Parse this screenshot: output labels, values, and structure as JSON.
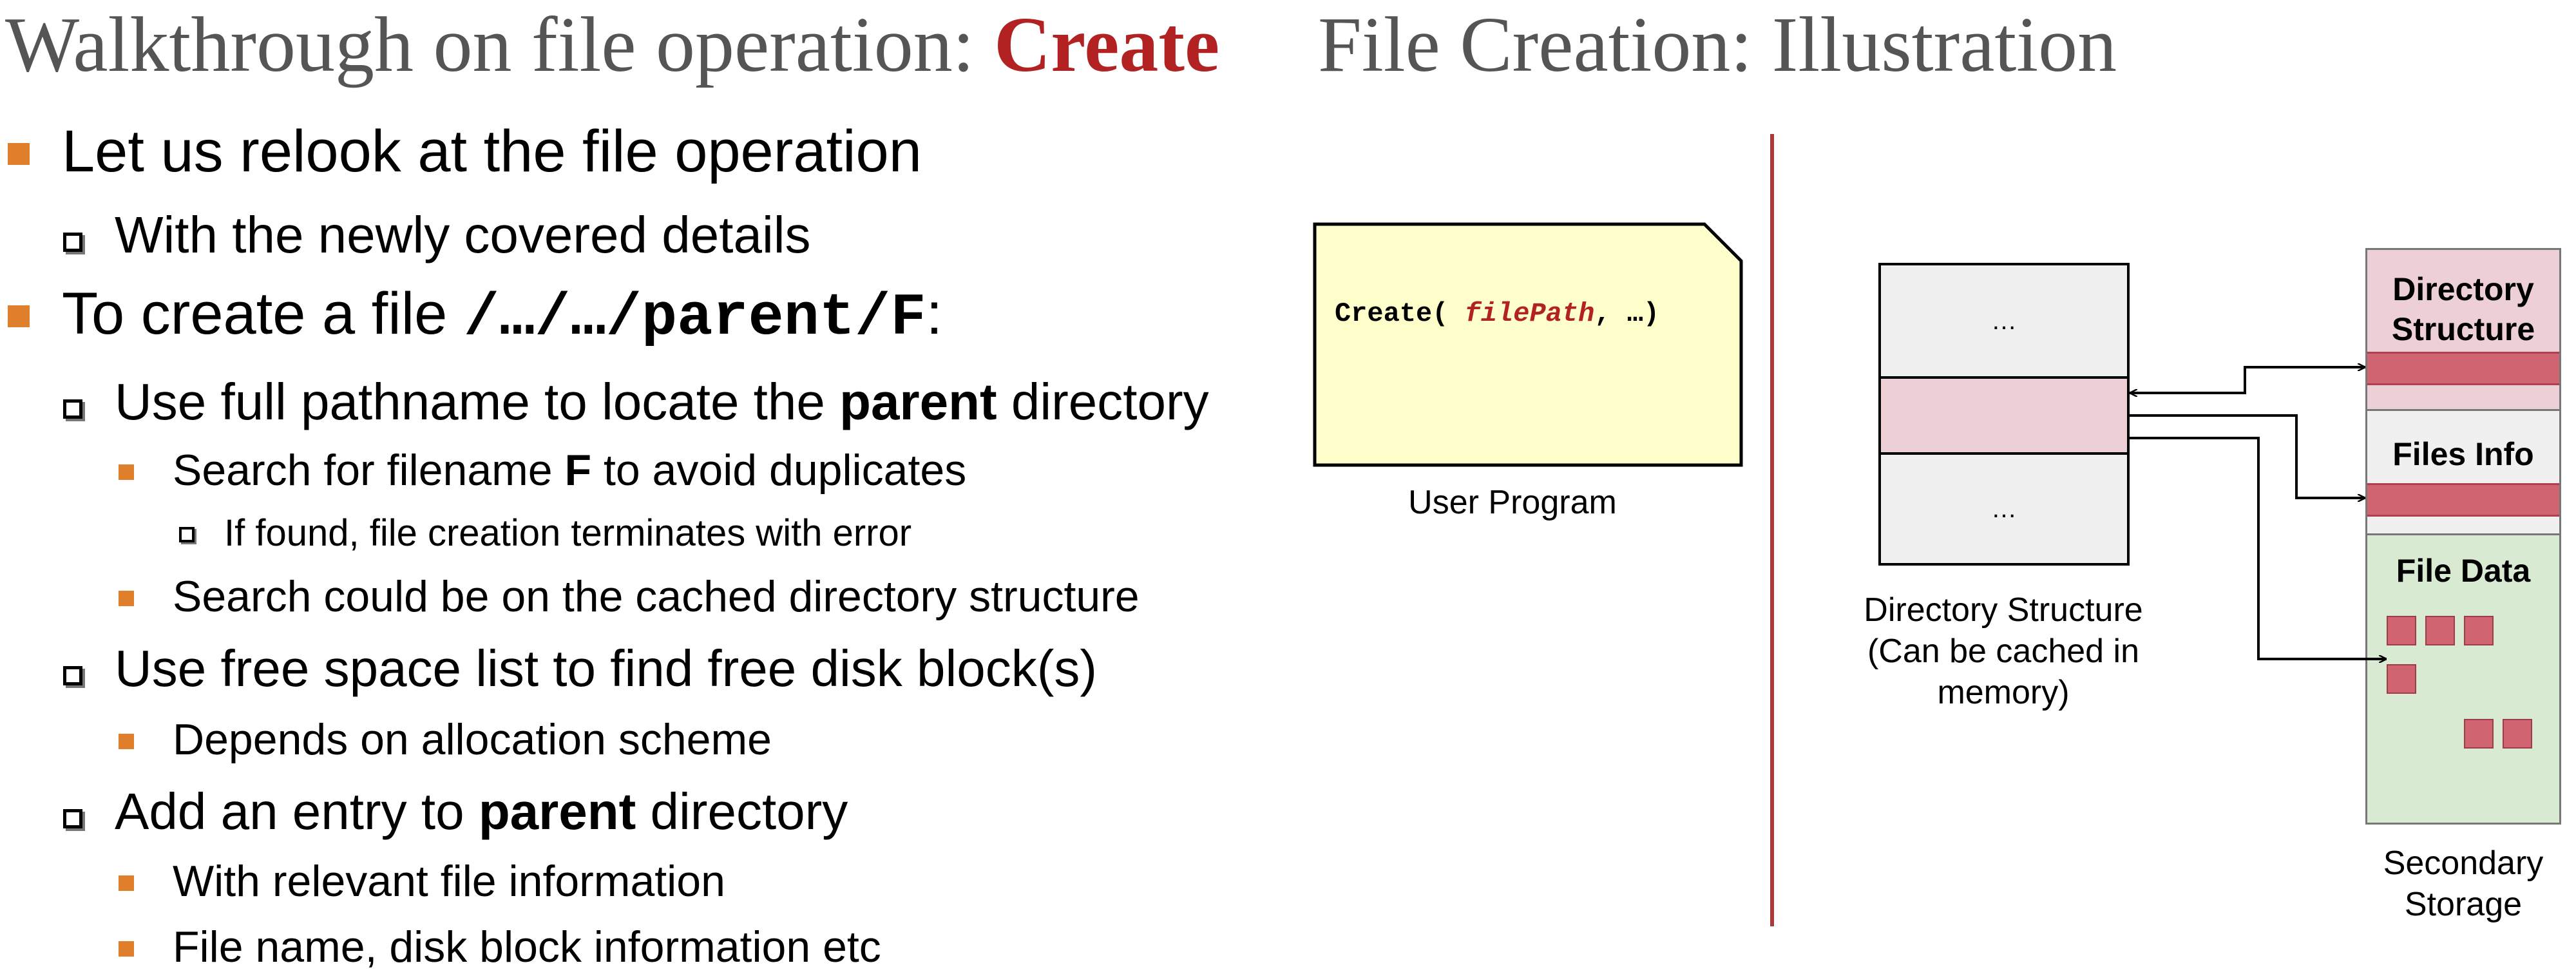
{
  "left_title": {
    "prefix": "Walkthrough on file operation: ",
    "emphasis": "Create"
  },
  "right_title": "File Creation: Illustration",
  "bullets": [
    {
      "text": "Let us relook at the file operation"
    },
    {
      "text": "With the newly covered details"
    },
    {
      "prefix": "To create a file ",
      "code": "/…/…/parent/F",
      "suffix": ":"
    },
    {
      "prefix": "Use full pathname to locate the ",
      "bold": "parent",
      "suffix": " directory"
    },
    {
      "prefix": "Search for filename ",
      "bold": "F",
      "suffix": " to avoid duplicates"
    },
    {
      "text": "If found, file creation terminates with error"
    },
    {
      "text": "Search could be on the cached directory structure"
    },
    {
      "text": "Use free space list to find free disk block(s)"
    },
    {
      "text": "Depends on allocation scheme"
    },
    {
      "prefix": "Add an entry to ",
      "bold": "parent",
      "suffix": " directory"
    },
    {
      "text": "With relevant file information"
    },
    {
      "text": "File name, disk block information etc"
    }
  ],
  "diagram": {
    "user_program": {
      "call_prefix": "Create( ",
      "call_arg": "filePath",
      "call_suffix": ", …)",
      "caption": "User Program"
    },
    "directory_structure": {
      "cell_top": "…",
      "cell_bottom": "…",
      "caption_lines": [
        "Directory Structure",
        "(Can be cached in",
        "memory)"
      ]
    },
    "secondary_storage": {
      "directory_label_lines": [
        "Directory",
        "Structure"
      ],
      "files_info_label": "Files Info",
      "file_data_label": "File Data",
      "caption_lines": [
        "Secondary",
        "Storage"
      ]
    }
  },
  "colors": {
    "accent_red": "#b22222",
    "bullet_orange": "#e07f2b",
    "note_fill": "#ffffcc",
    "highlight_pink": "#ecd0d5",
    "block_red": "#d06470",
    "file_data_green": "#d9ead3",
    "divider": "#a83a3a"
  },
  "icons": [
    "orange-square-bullet-icon",
    "hollow-square-bullet-icon",
    "arrow-icon"
  ]
}
